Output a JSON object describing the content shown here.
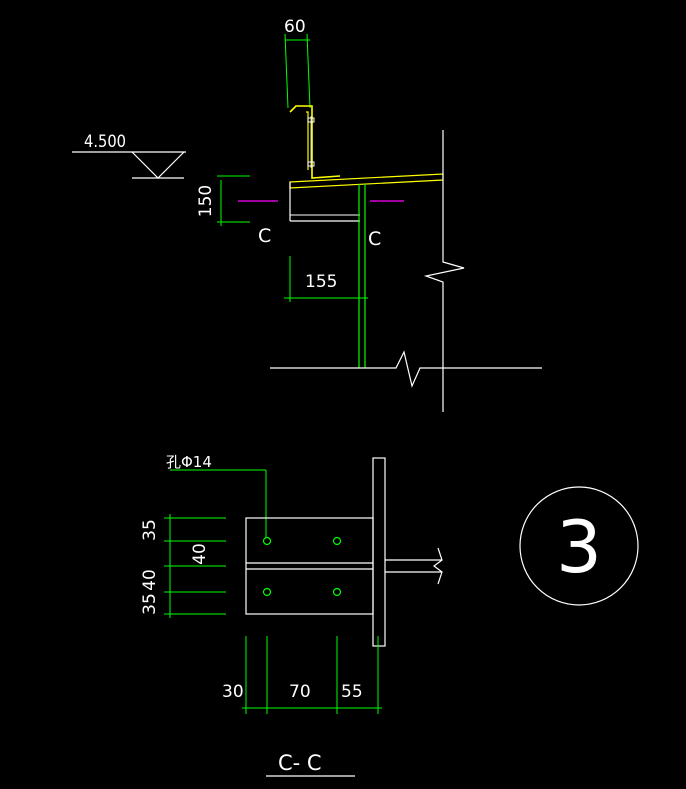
{
  "colors": {
    "background": "#000000",
    "outline": "#ffffff",
    "dimension": "#00ff00",
    "section_mark": "#ff00ff",
    "steel": "#ffff00",
    "bolt": "#00ff00"
  },
  "elevation": {
    "value": "4.500"
  },
  "top_view": {
    "dim_top": "60",
    "dim_height": "150",
    "dim_width": "155",
    "section_left": "C",
    "section_right": "C"
  },
  "section_view": {
    "hole_note": "孔Φ14",
    "dims_vertical": [
      "35",
      "40",
      "40",
      "35"
    ],
    "dims_horizontal": [
      "30",
      "70",
      "55"
    ],
    "title": "C- C"
  },
  "detail_marker": {
    "number": "3"
  }
}
